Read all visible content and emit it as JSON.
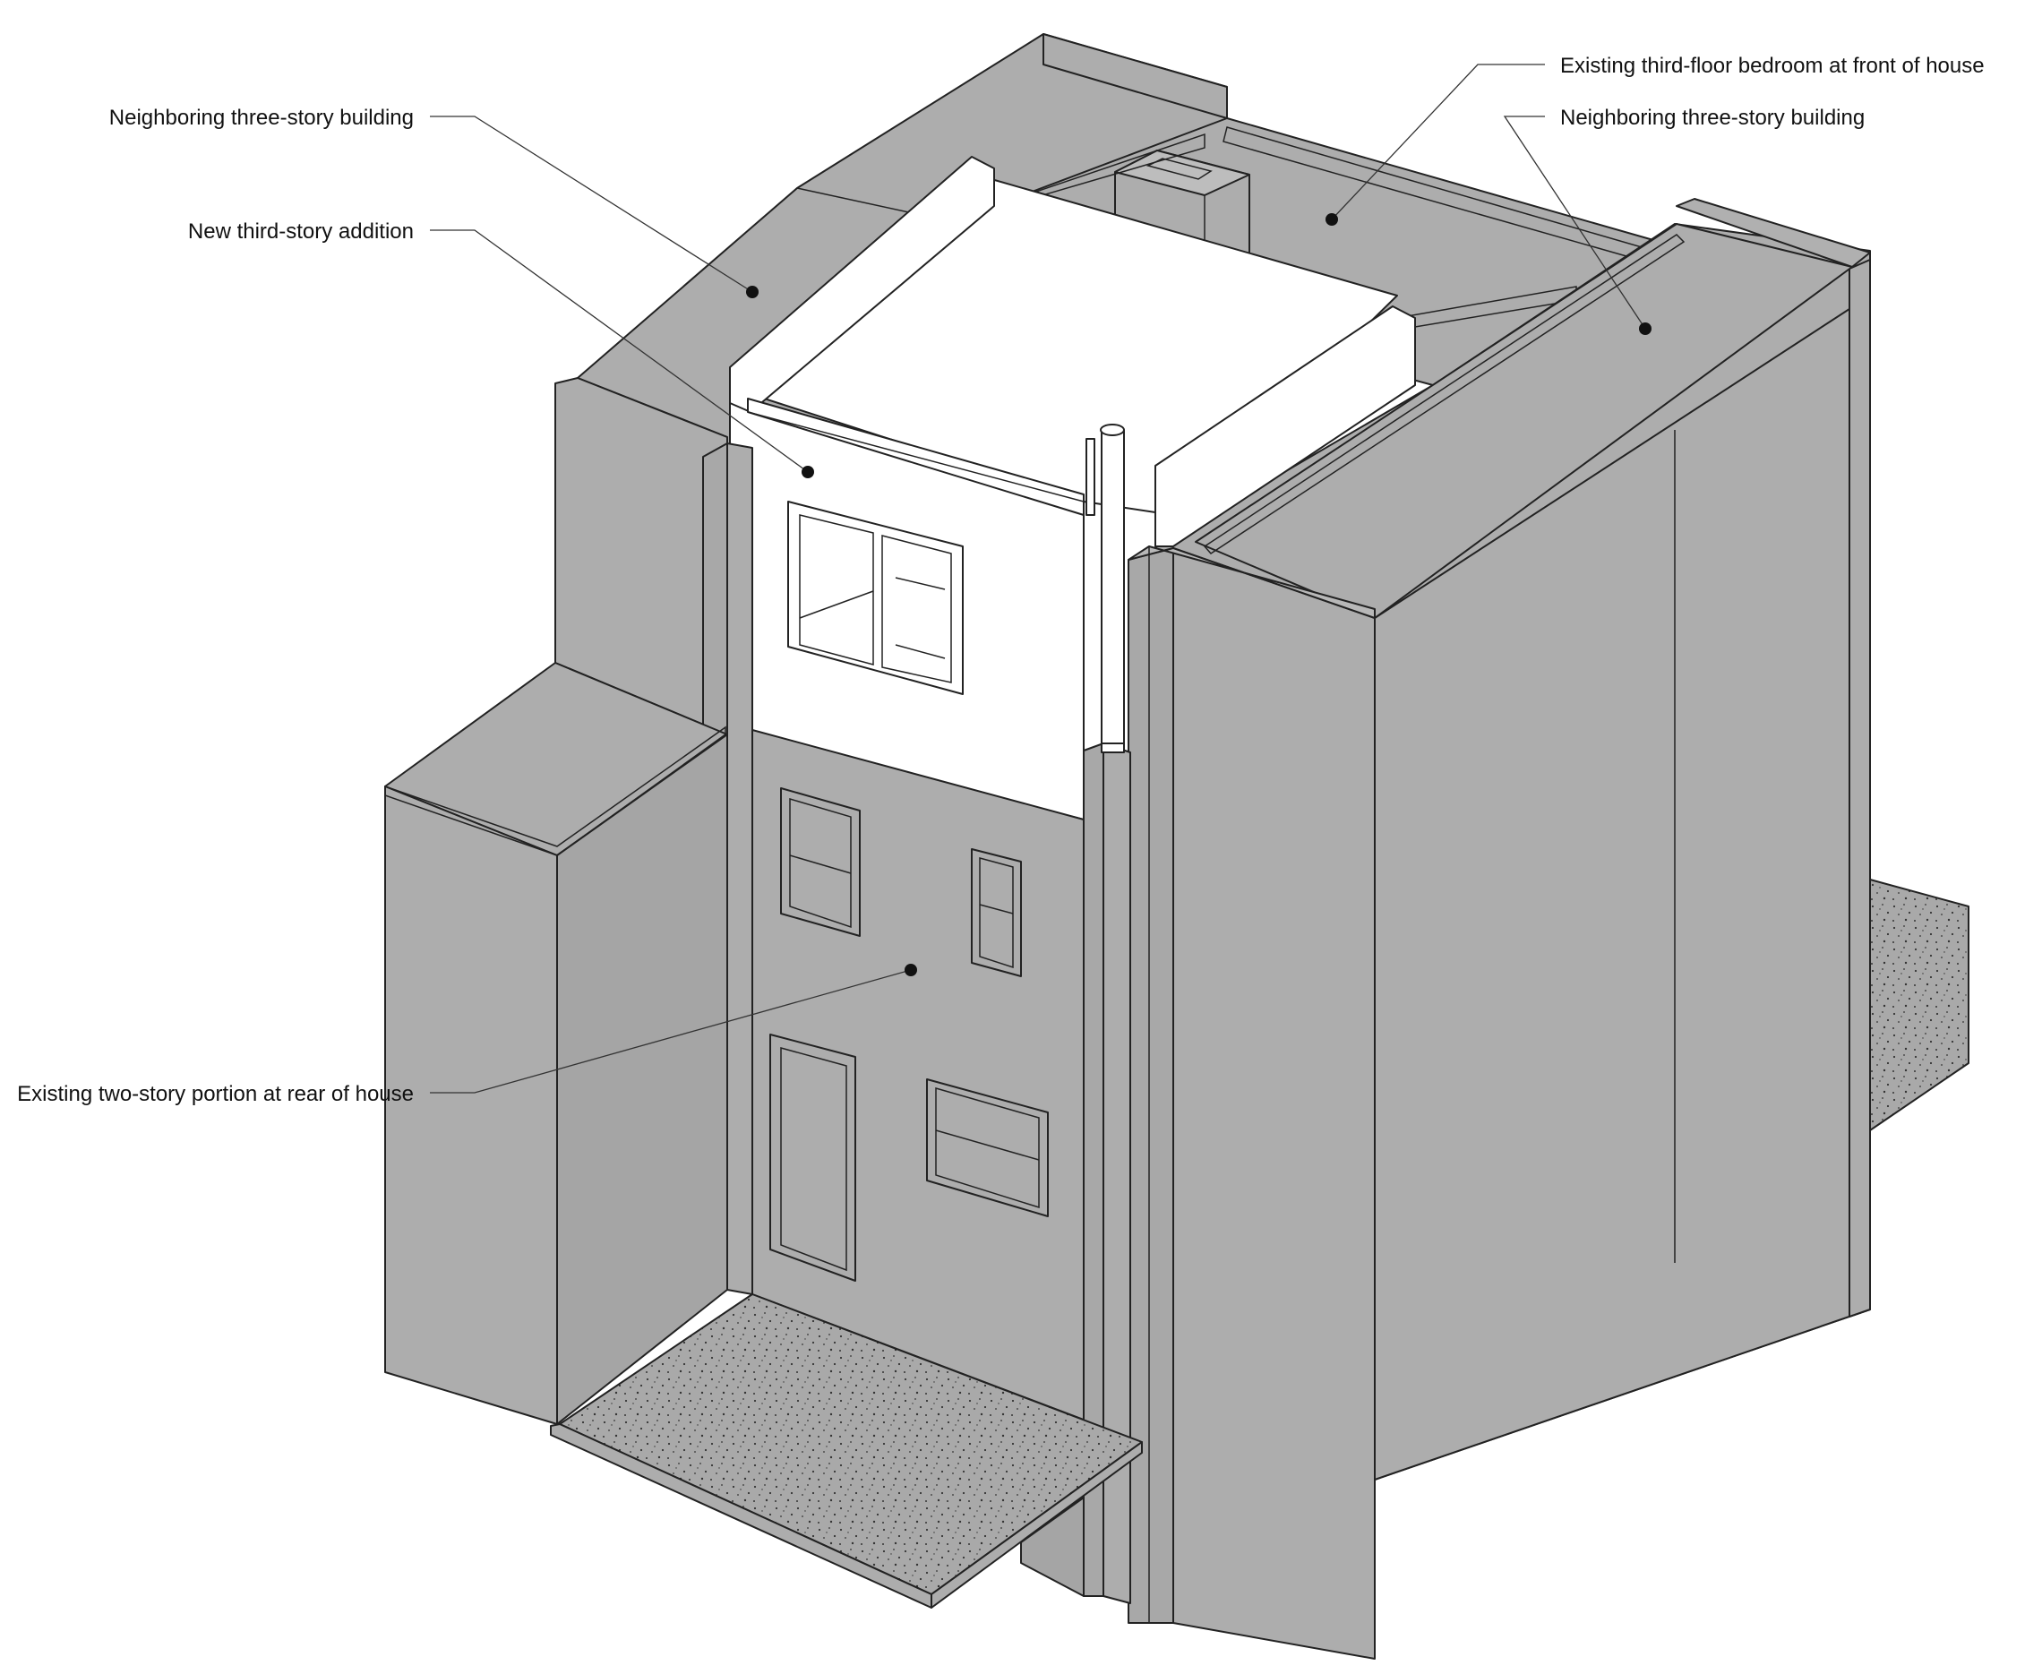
{
  "labels": {
    "neighbor_left": "Neighboring three-story building",
    "new_addition": "New third-story addition",
    "existing_rear": "Existing two-story portion at rear of house",
    "existing_bedroom": "Existing third-floor bedroom at front of house",
    "neighbor_right": "Neighboring three-story building"
  },
  "colors": {
    "masonry": "#adadad",
    "masonry_dark": "#a2a2a2",
    "new_addition": "#ffffff",
    "paving": "#a8a8a8",
    "line": "#222222"
  }
}
